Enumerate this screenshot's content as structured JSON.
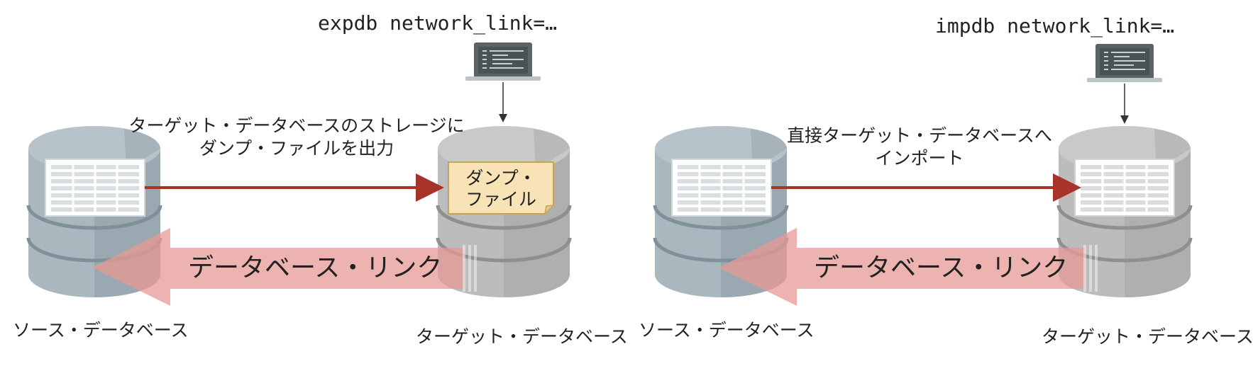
{
  "colors": {
    "source_db_top": "#b7c3ca",
    "source_db_body": "#a9b7bf",
    "source_db_band": "#7f9099",
    "target_db_top": "#c9c9c9",
    "target_db_body": "#bcbcbc",
    "target_db_band": "#8f8f8f",
    "arrow_red": "#a8332a",
    "db_link_pink": "#e79a95",
    "dump_file_fill": "#f8e3b6",
    "dump_file_stroke": "#c9a25a",
    "laptop_screen": "#5b6367",
    "laptop_base": "#b9c3c8"
  },
  "left_panel": {
    "command": "expdb network_link=…",
    "arrow_caption_line1": "ターゲット・データベースのストレージに",
    "arrow_caption_line2": "ダンプ・ファイルを出力",
    "dump_file_line1": "ダンプ・",
    "dump_file_line2": "ファイル",
    "db_link_label": "データベース・リンク",
    "source_label": "ソース・データベース",
    "target_label": "ターゲット・データベース"
  },
  "right_panel": {
    "command": "impdb network_link=…",
    "arrow_caption_line1": "直接ターゲット・データベースへ",
    "arrow_caption_line2": "インポート",
    "db_link_label": "データベース・リンク",
    "source_label": "ソース・データベース",
    "target_label": "ターゲット・データベース"
  }
}
